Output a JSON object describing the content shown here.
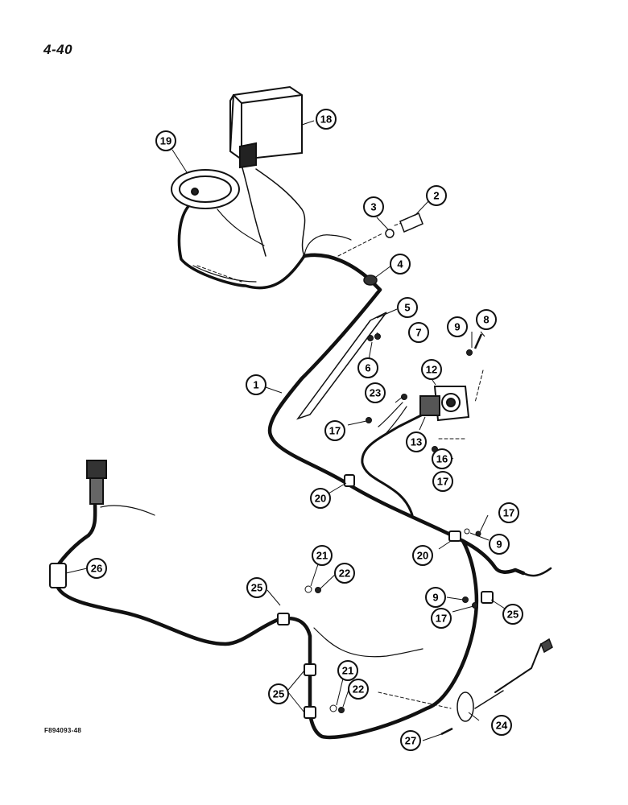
{
  "page_number": "4-40",
  "figure_code": "F894093-48",
  "callouts": [
    "1",
    "2",
    "3",
    "4",
    "5",
    "6",
    "7",
    "8",
    "9",
    "9",
    "9",
    "12",
    "13",
    "16",
    "17",
    "17",
    "17",
    "17",
    "18",
    "19",
    "20",
    "20",
    "21",
    "21",
    "22",
    "22",
    "23",
    "24",
    "25",
    "25",
    "25",
    "26",
    "27"
  ]
}
